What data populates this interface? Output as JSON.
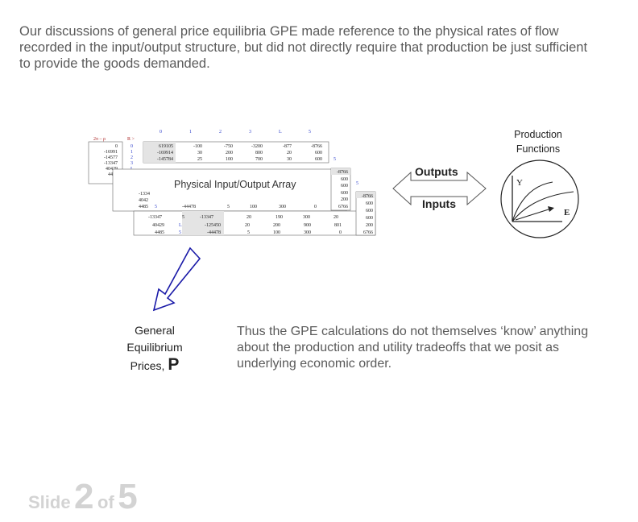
{
  "intro": "Our discussions of general price equilibria GPE made reference to the physical rates of flow recorded in the input/output structure, but did not directly require that production be just sufficient to provide the goods demanded.",
  "diagram": {
    "array_label": "Physical Input/Output Array",
    "outputs_label": "Outputs",
    "inputs_label": "Inputs",
    "production_label": "Production Functions",
    "y_axis_label": "Y",
    "x_axis_label": "E"
  },
  "left_table": {
    "header": "2π – ρ",
    "values": [
      "0",
      "-16991",
      "-14577",
      "-13347",
      "40429",
      "4485"
    ]
  },
  "row_index": {
    "header": "R >",
    "labels": [
      "0",
      "1",
      "2",
      "3",
      "L",
      "5"
    ]
  },
  "col_headers": [
    "0",
    "1",
    "2",
    "3",
    "L",
    "5"
  ],
  "main_rows": [
    [
      "619105",
      "-100",
      "-750",
      "-3200",
      "-877",
      "-8766"
    ],
    [
      "-169914",
      "30",
      "200",
      "800",
      "20",
      "600"
    ],
    [
      "-145784",
      "25",
      "100",
      "700",
      "30",
      "600"
    ]
  ],
  "bottom_rows": [
    [
      "40429",
      "L",
      "-125450",
      "20",
      "200",
      "900",
      "801",
      "200"
    ],
    [
      "4485",
      "5",
      "-44478",
      "5",
      "100",
      "300",
      "0",
      "6766"
    ]
  ],
  "right_column": [
    "-8766",
    "600",
    "600",
    "600",
    "200",
    "6766"
  ],
  "far_right_column": [
    "-8766",
    "600",
    "600",
    "600",
    "200",
    "6766"
  ],
  "general_label_lines": [
    "General",
    "Equilibrium",
    "Prices,"
  ],
  "general_symbol": "P",
  "conclusion": "Thus the GPE calculations do not themselves ‘know’ anything about the production and utility tradeoffs that we posit as underlying economic order.",
  "footer": {
    "slide_word": "Slide",
    "current": "2",
    "of_word": "of",
    "total": "5"
  },
  "colors": {
    "index_blue": "#3344cc",
    "header_red": "#aa2222",
    "arrow_blue": "#1a1aa8"
  }
}
